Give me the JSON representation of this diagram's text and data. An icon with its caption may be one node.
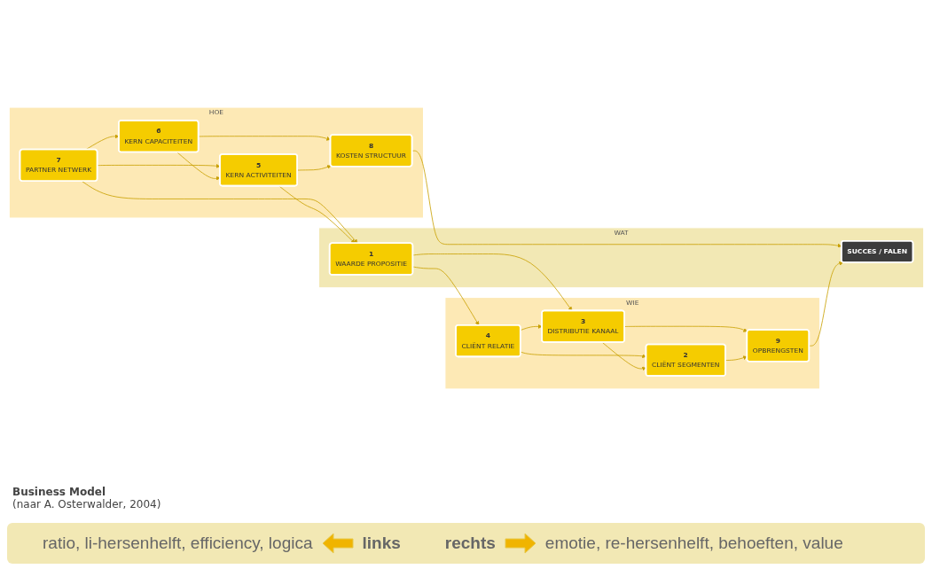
{
  "diagram": {
    "nodes": [
      {
        "text": [
          "HOE"
        ]
      },
      {
        "text": [
          "WAT"
        ]
      },
      {
        "text": [
          "WIE"
        ]
      },
      {
        "text": [
          "7",
          "PARTNER NETWERK"
        ],
        "in": 0
      },
      {
        "text": [
          "6",
          "KERN CAPACITEITEN"
        ],
        "in": 0
      },
      {
        "text": [
          "5",
          "KERN ACTIVITEITEN"
        ],
        "in": 0
      },
      {
        "text": [
          "8",
          "KOSTEN STRUCTUUR"
        ],
        "in": 0
      },
      {
        "text": [
          "1",
          "WAARDE PROPOSITIE"
        ],
        "in": 1
      },
      {
        "text": [
          "SUCCES / FALEN"
        ],
        "in": 1
      },
      {
        "text": [
          "4",
          "CLIËNT RELATIE"
        ],
        "in": 2
      },
      {
        "text": [
          "3",
          "DISTRIBUTIE KANAAL"
        ],
        "in": 2
      },
      {
        "text": [
          "2",
          "CLIËNT SEGMENTEN"
        ],
        "in": 2
      },
      {
        "text": [
          "9",
          "OPBRENGSTEN"
        ],
        "in": 2
      }
    ],
    "edges": [
      {
        "from": 3,
        "to": 4,
        "arrow": "to"
      },
      {
        "from": 3,
        "to": 5,
        "arrow": "to"
      },
      {
        "from": 3,
        "to": 7,
        "arrow": "to"
      },
      {
        "from": 4,
        "to": 5,
        "arrow": "to"
      },
      {
        "from": 4,
        "to": 6,
        "arrow": "to"
      },
      {
        "from": 5,
        "to": 7,
        "arrow": "to"
      },
      {
        "from": 5,
        "to": 6,
        "arrow": "to"
      },
      {
        "from": 6,
        "to": 8,
        "arrow": "to"
      },
      {
        "from": 7,
        "to": 9,
        "arrow": "to"
      },
      {
        "from": 7,
        "to": 10,
        "arrow": "to"
      },
      {
        "from": 9,
        "to": 10,
        "arrow": "to"
      },
      {
        "from": 9,
        "to": 11,
        "arrow": "to"
      },
      {
        "from": 10,
        "to": 11,
        "arrow": "to"
      },
      {
        "from": 10,
        "to": 12,
        "arrow": "to"
      },
      {
        "from": 11,
        "to": 12,
        "arrow": "to"
      },
      {
        "from": 12,
        "to": 8,
        "arrow": "to"
      }
    ],
    "labels": [
      "Business Model",
      "(naar A. Osterwalder, 2004)",
      "ratio, li-hersenhelft, efficiency, logica",
      "links",
      "rechts",
      "emotie, re-hersenhelft, behoeften, value"
    ]
  }
}
